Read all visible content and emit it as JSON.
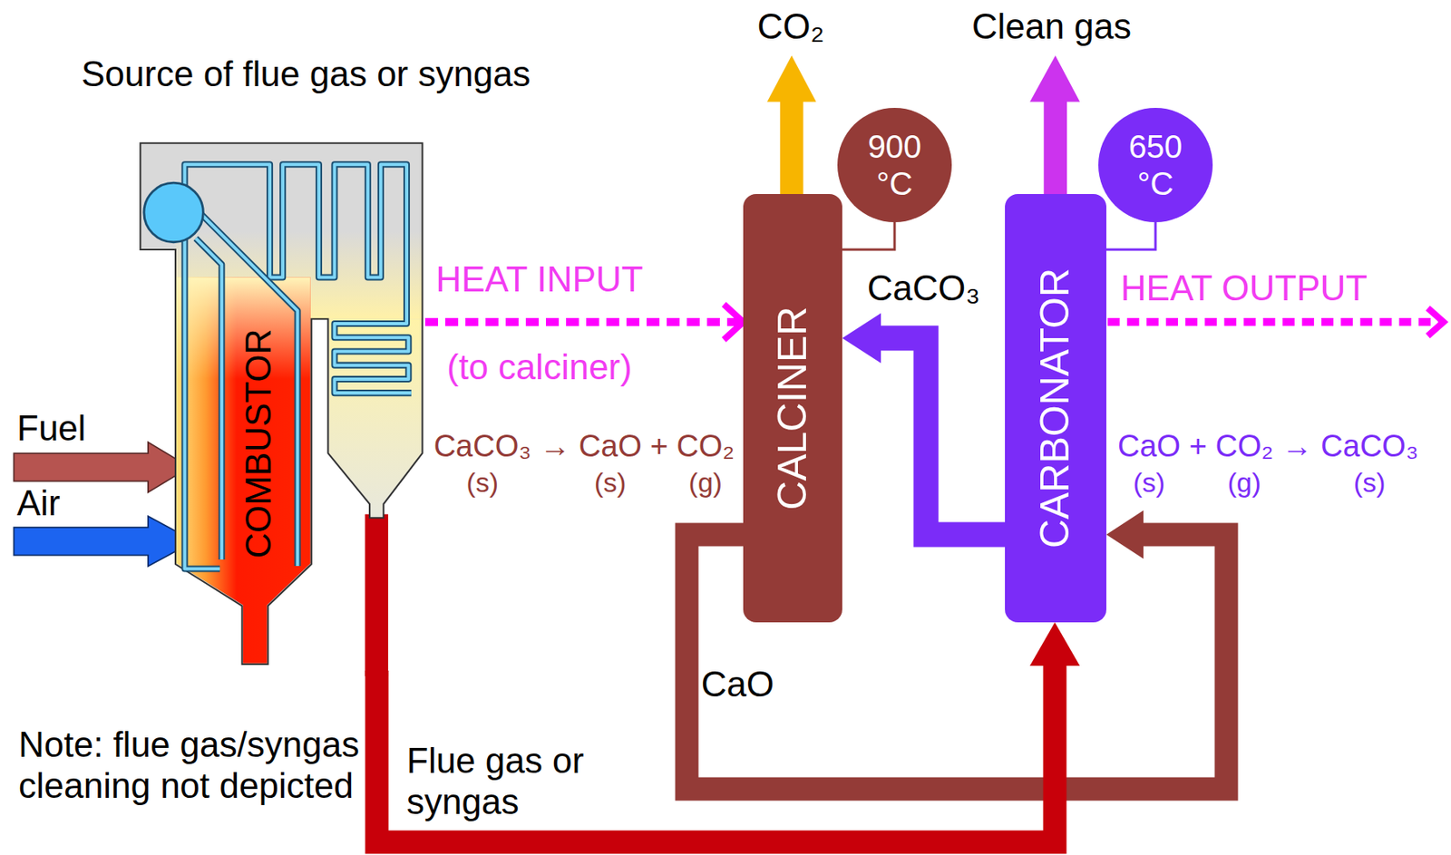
{
  "diagram": {
    "nodes": [
      {
        "text": [
          "COMBUSTOR"
        ]
      },
      {
        "text": [
          "CALCINER"
        ]
      },
      {
        "text": [
          "900 °C"
        ]
      },
      {
        "text": [
          "CARBONATOR"
        ]
      },
      {
        "text": [
          "650 °C"
        ]
      }
    ],
    "edges": [
      {
        "from": 0,
        "to": 1,
        "arrow": "to",
        "label": "HEAT INPUT"
      },
      {
        "from": 2,
        "to": 1,
        "arrow": "none"
      },
      {
        "from": 4,
        "to": 3,
        "arrow": "none"
      },
      {
        "from": 3,
        "to": 1,
        "arrow": "to",
        "label": "CaCO₃"
      },
      {
        "from": 1,
        "to": 3,
        "arrow": "to",
        "label": "CaO"
      },
      {
        "from": 0,
        "to": 3,
        "arrow": "to",
        "label": "Flue gas or syngas"
      }
    ],
    "labels": [
      "Source of flue gas or syngas",
      "Fuel",
      "Air",
      "CO₂",
      "Clean gas",
      "(to calciner)",
      "CaCO₃ → CaO + CO₂",
      "(s)",
      "(s)",
      "(g)",
      "CaO + CO₂ → CaCO₃",
      "(s)",
      "(g)",
      "(s)",
      "HEAT OUTPUT",
      "Note: flue gas/syngas cleaning not depicted"
    ]
  }
}
